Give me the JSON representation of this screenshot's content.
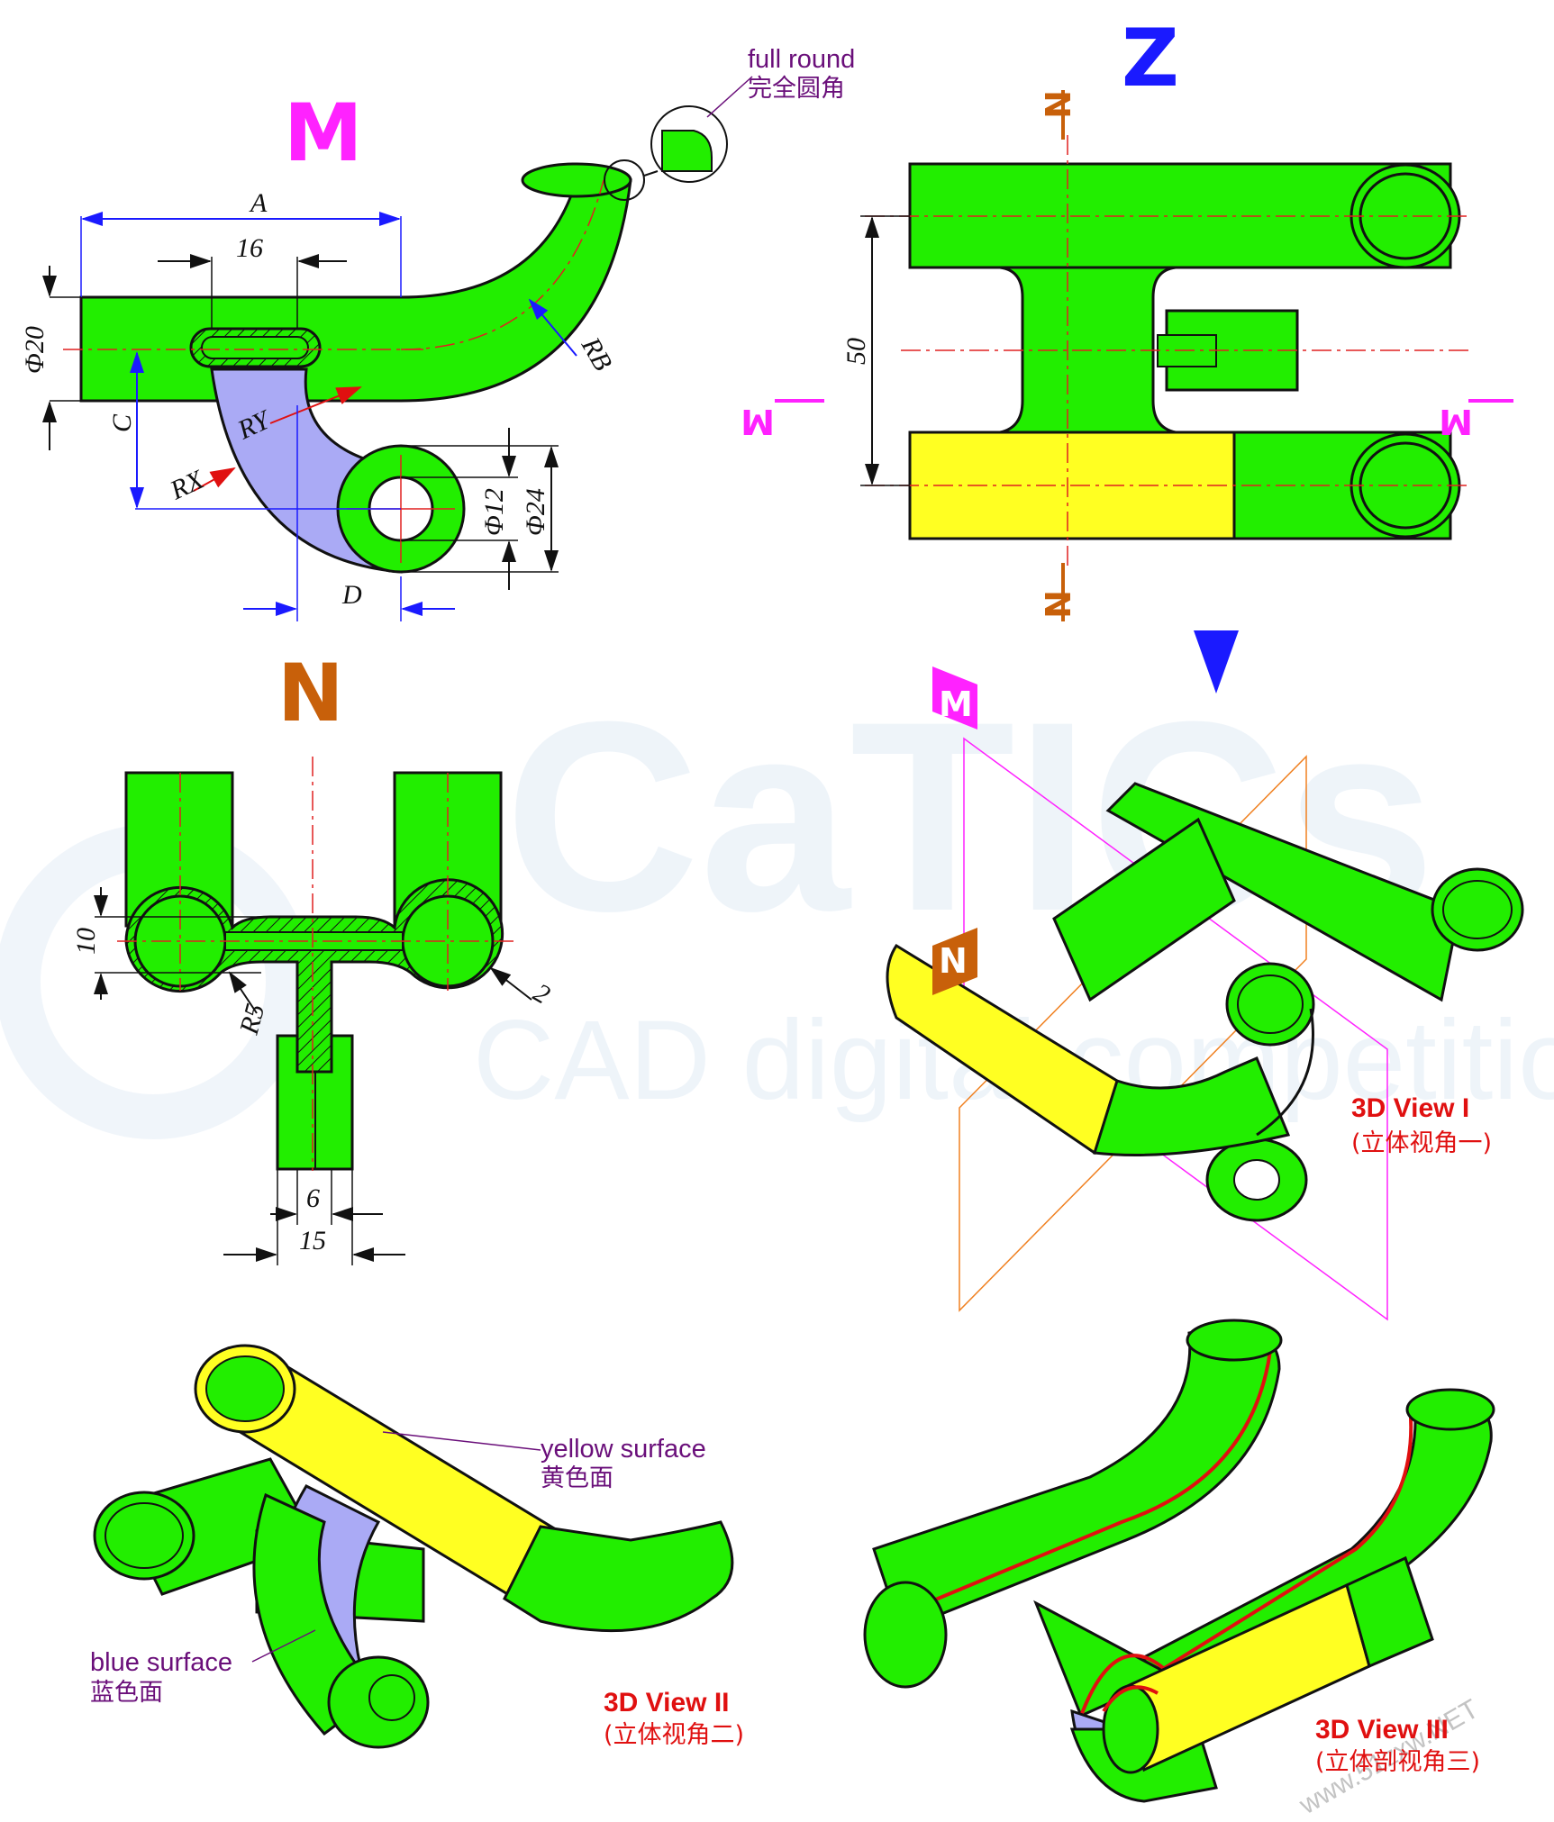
{
  "views": {
    "m": {
      "label": "M",
      "color": "#ff22ff"
    },
    "z": {
      "label": "Z",
      "color": "#1a1aff"
    },
    "n": {
      "label": "N",
      "color": "#c8600a"
    }
  },
  "section_marks": {
    "m": "M",
    "n": "N"
  },
  "dimensions": {
    "a": "A",
    "d16": "16",
    "d20": "Φ20",
    "rb": "RB",
    "c": "C",
    "ry": "RY",
    "rx": "RX",
    "d12": "Φ12",
    "d24": "Φ24",
    "d": "D",
    "d50": "50",
    "d10": "10",
    "r5": "R5",
    "t2": "2",
    "d6": "6",
    "d15": "15"
  },
  "annotations": {
    "full_round_en": "full round",
    "full_round_cn": "完全圆角",
    "yellow_en": "yellow surface",
    "yellow_cn": "黄色面",
    "blue_en": "blue surface",
    "blue_cn": "蓝色面"
  },
  "view3d": {
    "v1_title": "3D View I",
    "v1_sub": "(立体视角一)",
    "v2_title": "3D View II",
    "v2_sub": "(立体视角二)",
    "v3_title": "3D View III",
    "v3_sub": "(立体剖视角三)"
  },
  "watermark": {
    "brand": "CaTICs",
    "tagline": "CAD digital competition",
    "site": "www.51zxw.NET"
  },
  "colors": {
    "green": "#22ee00",
    "yellow": "#ffff22",
    "blue": "#aaaaf5",
    "dim_blue": "#1a1aff",
    "center_red": "#e02020"
  }
}
